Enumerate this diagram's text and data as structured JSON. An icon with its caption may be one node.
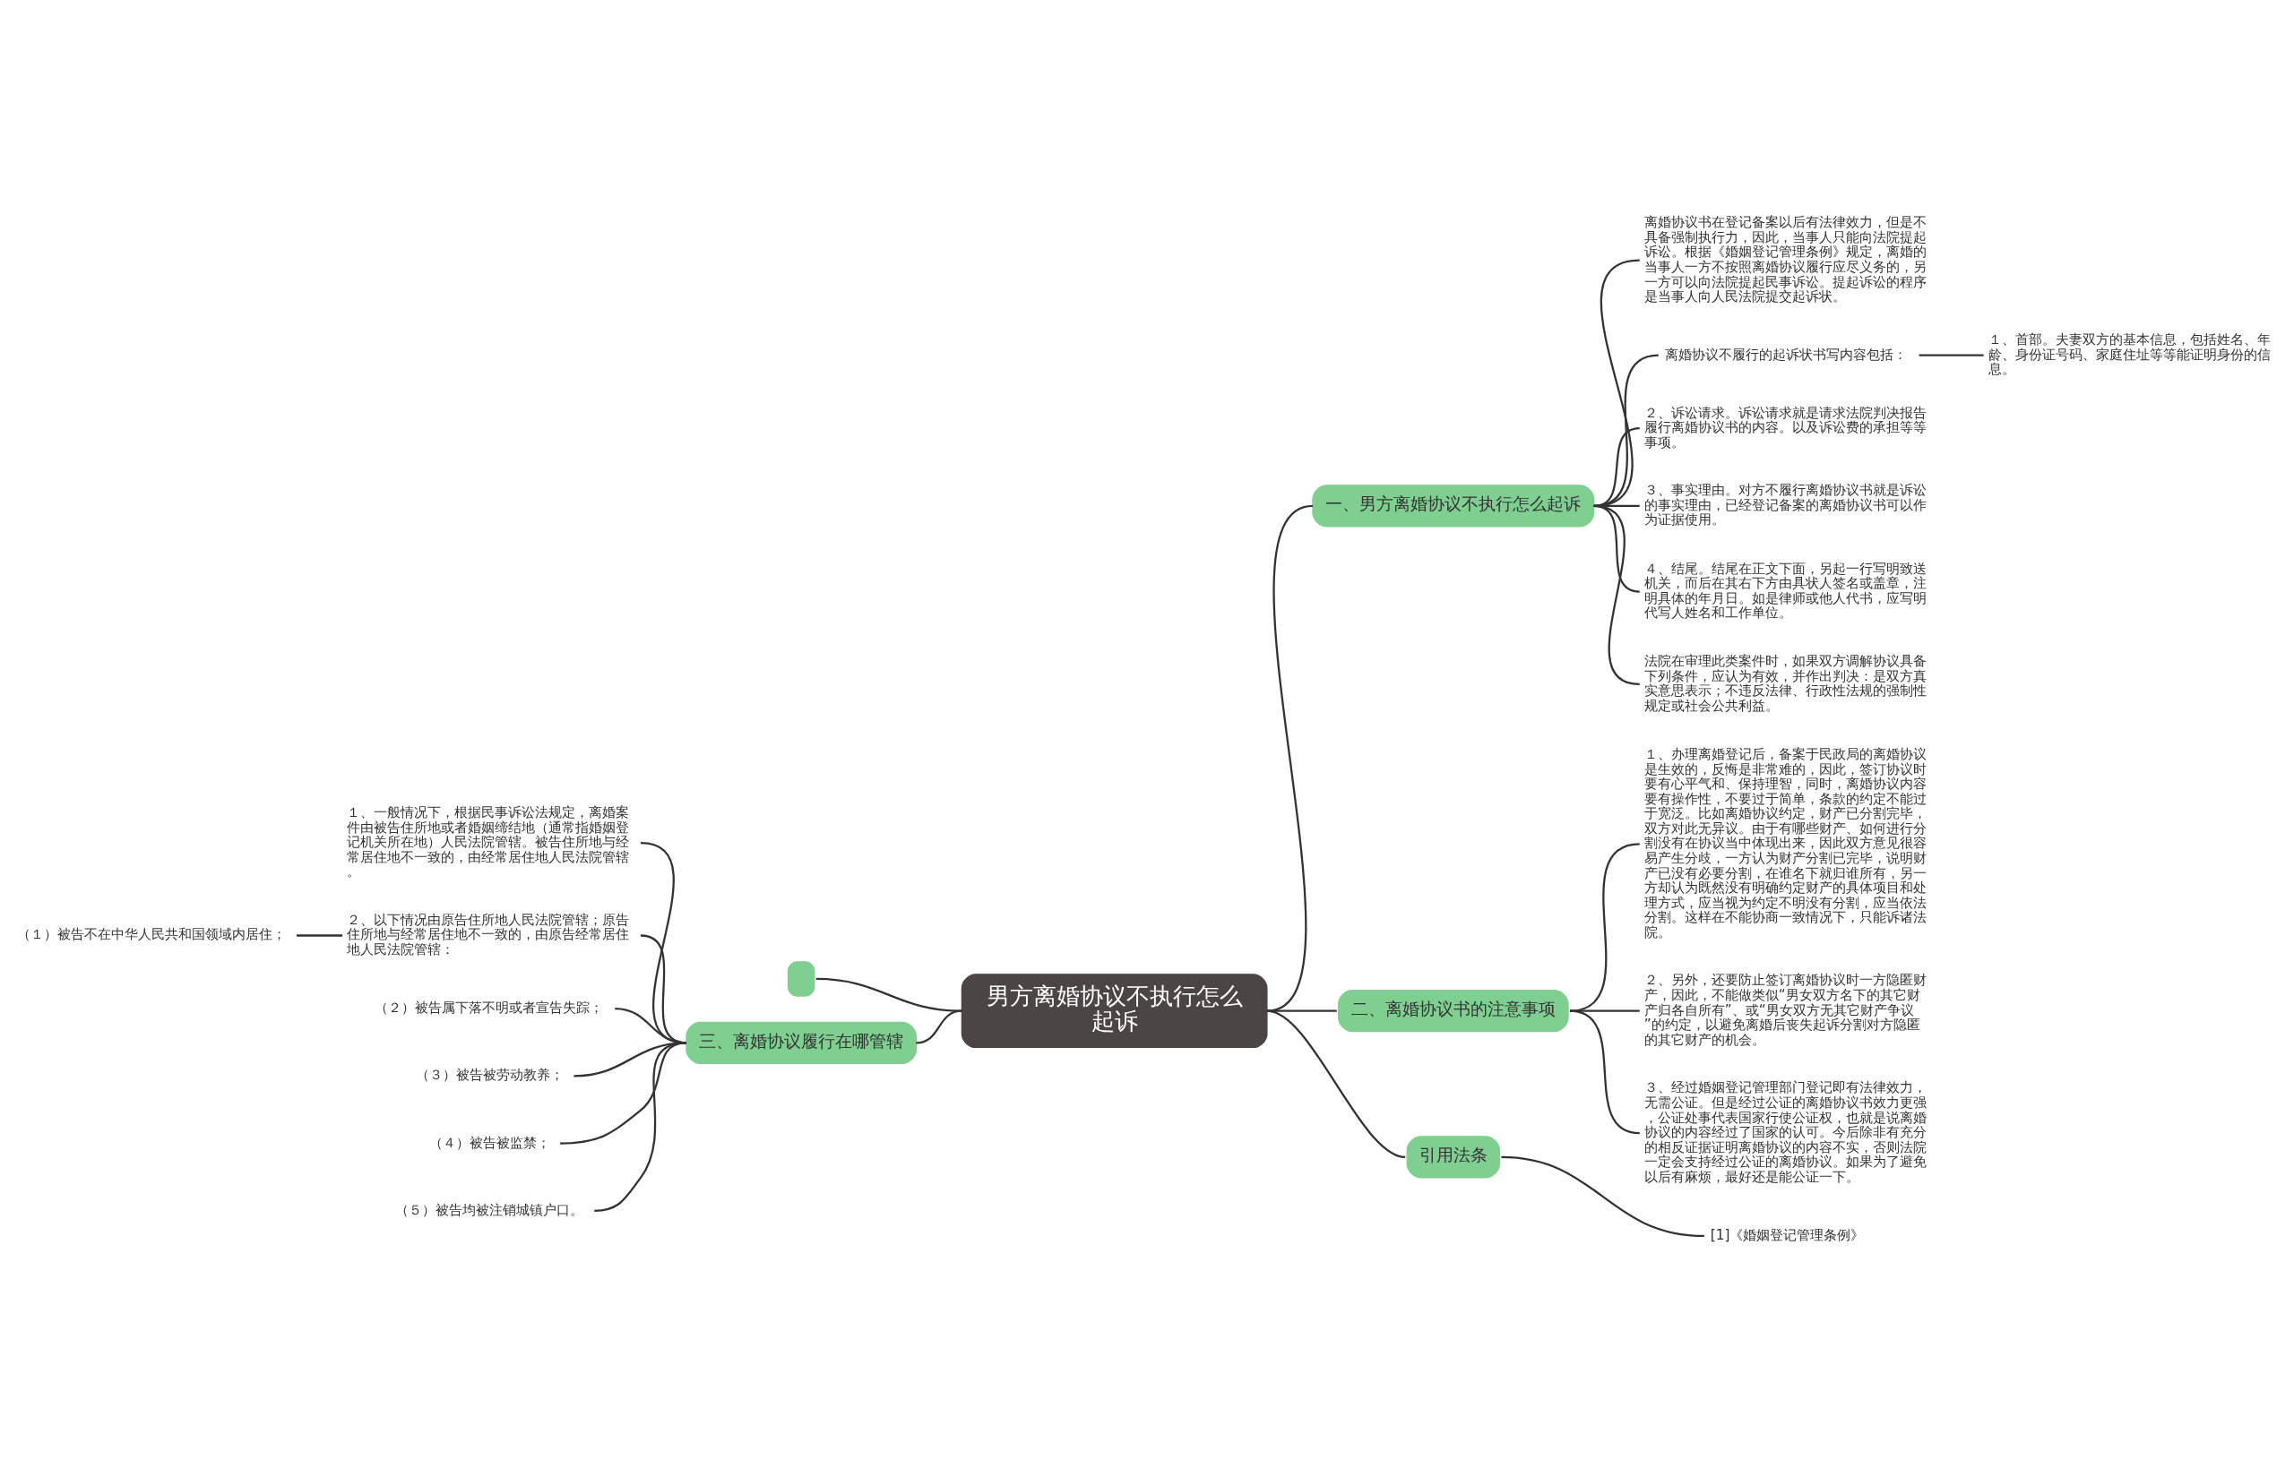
{
  "diagram": {
    "nodes": [
      {
        "text": [
          "男方离婚协议不执行怎么起诉"
        ]
      },
      {
        "text": [
          "一、男方离婚协议不执行怎么起诉"
        ]
      },
      {
        "text": [
          "离婚协议书在登记备案以后有法律效力，但是不具备强制执行力，因此，当事人只能向法院提起诉讼。根据《婚姻登记管理条例》规定，离婚的当事人一方不按照离婚协议履行应尽义务的，另一方可以向法院提起民事诉讼。提起诉讼的程序是当事人向人民法院提交起诉状。"
        ]
      },
      {
        "text": [
          "离婚协议不履行的起诉状书写内容包括："
        ]
      },
      {
        "text": [
          "１、首部。夫妻双方的基本信息，包括姓名、年龄、身份证号码、家庭住址等等能证明身份的信息。"
        ]
      },
      {
        "text": [
          "２、诉讼请求。诉讼请求就是请求法院判决报告履行离婚协议书的内容。以及诉讼费的承担等等事项。"
        ]
      },
      {
        "text": [
          "３、事实理由。对方不履行离婚协议书就是诉讼的事实理由，已经登记备案的离婚协议书可以作为证据使用。"
        ]
      },
      {
        "text": [
          "４、结尾。结尾在正文下面，另起一行写明致送机关，而后在其右下方由具状人签名或盖章，注明具体的年月日。如是律师或他人代书，应写明代写人姓名和工作单位。"
        ]
      },
      {
        "text": [
          "法院在审理此类案件时，如果双方调解协议具备下列条件，应认为有效，并作出判决：是双方真实意思表示；不违反法律、行政性法规的强制性规定或社会公共利益。"
        ]
      },
      {
        "text": [
          "二、离婚协议书的注意事项"
        ]
      },
      {
        "text": [
          "１、办理离婚登记后，备案于民政局的离婚协议是生效的，反悔是非常难的，因此，签订协议时要有心平气和、保持理智，同时，离婚协议内容要有操作性，不要过于简单，条款的约定不能过于宽泛。比如离婚协议约定，财产已分割完毕，双方对此无异议。由于有哪些财产、如何进行分割没有在协议当中体现出来，因此双方意见很容易产生分歧，一方认为财产分割已完毕，说明财产已没有必要分割，在谁名下就归谁所有，另一方却认为既然没有明确约定财产的具体项目和处理方式，应当视为约定不明没有分割，应当依法分割。这样在不能协商一致情况下，只能诉诸法院。"
        ]
      },
      {
        "text": [
          "２、另外，还要防止签订离婚协议时一方隐匿财产，因此，不能做类似“男女双方名下的其它财产归各自所有”、或“男女双方无其它财产争议”的约定，以避免离婚后丧失起诉分割对方隐匿的其它财产的机会。"
        ]
      },
      {
        "text": [
          "３、经过婚姻登记管理部门登记即有法律效力，无需公证。但是经过公证的离婚协议书效力更强，公证处事代表国家行使公证权，也就是说离婚协议的内容经过了国家的认可。今后除非有充分的相反证据证明离婚协议的内容不实，否则法院一定会支持经过公证的离婚协议。如果为了避免以后有麻烦，最好还是能公证一下。"
        ]
      },
      {
        "text": [
          "引用法条"
        ]
      },
      {
        "text": [
          "[1]《婚姻登记管理条例》"
        ]
      },
      {
        "text": [],
        "shape": "box"
      },
      {
        "text": [
          "三、离婚协议履行在哪管辖"
        ]
      },
      {
        "text": [
          "１、一般情况下，根据民事诉讼法规定，离婚案件由被告住所地或者婚姻缔结地（通常指婚姻登记机关所在地）人民法院管辖。被告住所地与经常居住地不一致的，由经常居住地人民法院管辖。"
        ]
      },
      {
        "text": [
          "２、以下情况由原告住所地人民法院管辖；原告住所地与经常居住地不一致的，由原告经常居住地人民法院管辖："
        ]
      },
      {
        "text": [
          "（１）被告不在中华人民共和国领域内居住；"
        ]
      },
      {
        "text": [
          "（２）被告属下落不明或者宣告失踪；"
        ]
      },
      {
        "text": [
          "（３）被告被劳动教养；"
        ]
      },
      {
        "text": [
          "（４）被告被监禁；"
        ]
      },
      {
        "text": [
          "（５）被告均被注销城镇户口。"
        ]
      }
    ],
    "edges": [
      {
        "from": 0,
        "to": 1,
        "arrow": "none"
      },
      {
        "from": 1,
        "to": 2,
        "arrow": "none"
      },
      {
        "from": 1,
        "to": 3,
        "arrow": "none"
      },
      {
        "from": 3,
        "to": 4,
        "arrow": "none"
      },
      {
        "from": 1,
        "to": 5,
        "arrow": "none"
      },
      {
        "from": 1,
        "to": 6,
        "arrow": "none"
      },
      {
        "from": 1,
        "to": 7,
        "arrow": "none"
      },
      {
        "from": 1,
        "to": 8,
        "arrow": "none"
      },
      {
        "from": 0,
        "to": 9,
        "arrow": "none"
      },
      {
        "from": 9,
        "to": 10,
        "arrow": "none"
      },
      {
        "from": 9,
        "to": 11,
        "arrow": "none"
      },
      {
        "from": 9,
        "to": 12,
        "arrow": "none"
      },
      {
        "from": 0,
        "to": 13,
        "arrow": "none"
      },
      {
        "from": 13,
        "to": 14,
        "arrow": "none"
      },
      {
        "from": 0,
        "to": 15,
        "arrow": "none"
      },
      {
        "from": 0,
        "to": 16,
        "arrow": "none"
      },
      {
        "from": 16,
        "to": 17,
        "arrow": "none"
      },
      {
        "from": 16,
        "to": 18,
        "arrow": "none"
      },
      {
        "from": 18,
        "to": 19,
        "arrow": "none"
      },
      {
        "from": 16,
        "to": 20,
        "arrow": "none"
      },
      {
        "from": 16,
        "to": 21,
        "arrow": "none"
      },
      {
        "from": 16,
        "to": 22,
        "arrow": "none"
      },
      {
        "from": 16,
        "to": 23,
        "arrow": "none"
      }
    ]
  }
}
